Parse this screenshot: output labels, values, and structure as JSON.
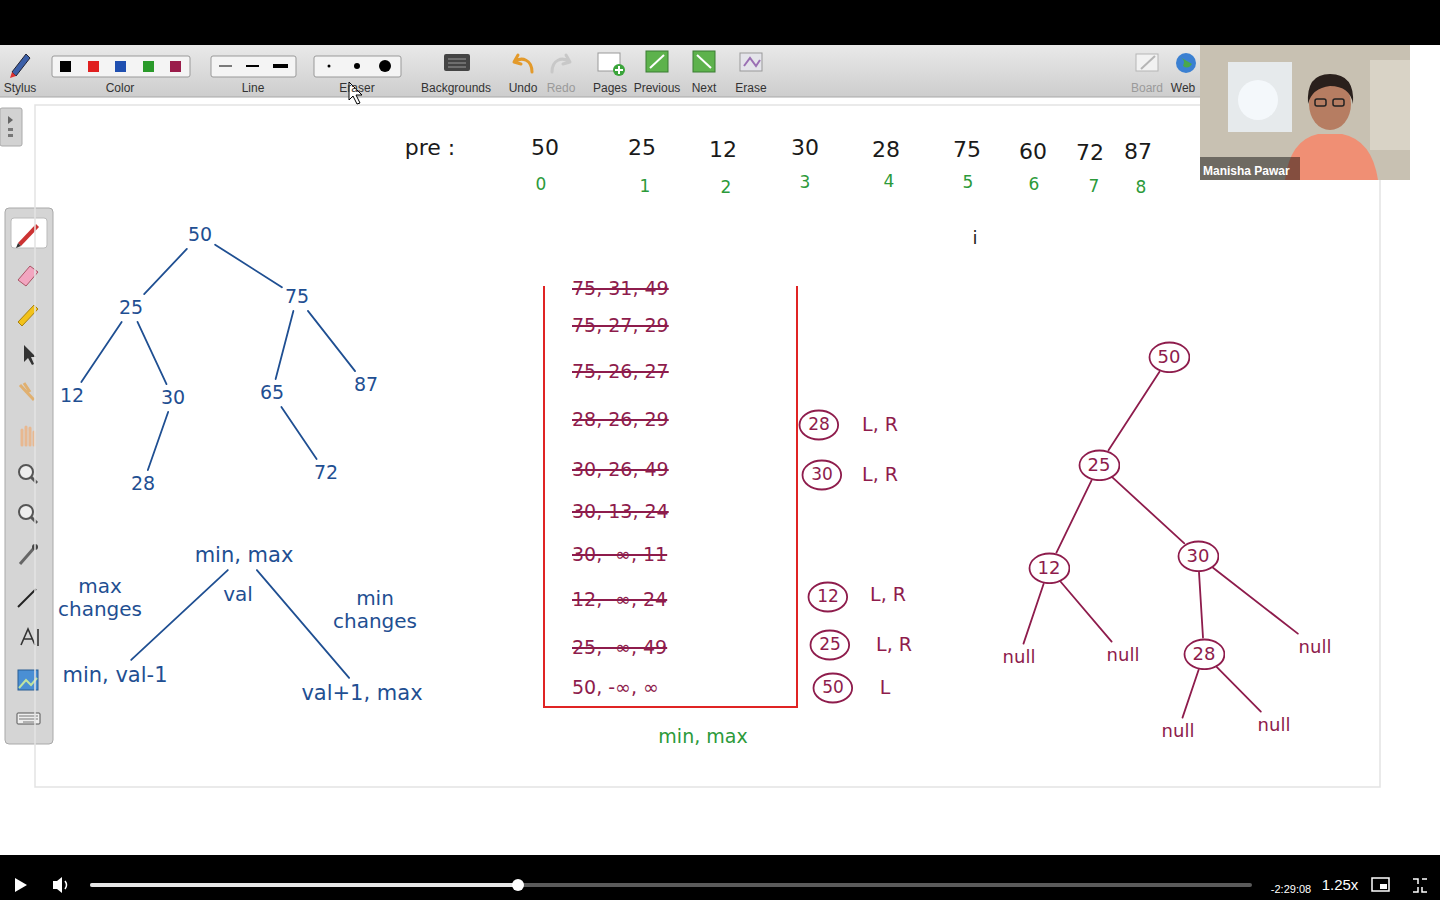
{
  "diagram": {
    "nodes": [
      {
        "text": [
          "50"
        ]
      },
      {
        "text": [
          "25"
        ]
      },
      {
        "text": [
          "75"
        ]
      },
      {
        "text": [
          "12"
        ]
      },
      {
        "text": [
          "30"
        ]
      },
      {
        "text": [
          "65"
        ]
      },
      {
        "text": [
          "87"
        ]
      },
      {
        "text": [
          "28"
        ]
      },
      {
        "text": [
          "72"
        ]
      },
      {
        "text": [
          "min, max"
        ]
      },
      {
        "text": [
          "min, val-1"
        ]
      },
      {
        "text": [
          "val+1, max"
        ]
      },
      {
        "text": [
          "75, 31, 49",
          "75, 27, 29",
          "75, 26, 27",
          "28, 26, 29",
          "30, 26, 49",
          "30, 13, 24",
          "30, -∞, 11",
          "12, -∞, 24",
          "25, -∞, 49",
          "50, -∞, ∞",
          "min, max"
        ]
      },
      {
        "text": [
          "28"
        ]
      },
      {
        "text": [
          "30"
        ]
      },
      {
        "text": [
          "12"
        ]
      },
      {
        "text": [
          "25"
        ]
      },
      {
        "text": [
          "50"
        ]
      },
      {
        "text": [
          "50"
        ]
      },
      {
        "text": [
          "25"
        ]
      },
      {
        "text": [
          "12"
        ]
      },
      {
        "text": [
          "30"
        ]
      },
      {
        "text": [
          "28"
        ]
      },
      {
        "text": [
          "null"
        ]
      },
      {
        "text": [
          "null"
        ]
      },
      {
        "text": [
          "null"
        ]
      },
      {
        "text": [
          "null"
        ]
      },
      {
        "text": [
          "null"
        ]
      }
    ],
    "edges": [
      {
        "from": 0,
        "to": 1,
        "arrow": "none"
      },
      {
        "from": 0,
        "to": 2,
        "arrow": "none"
      },
      {
        "from": 1,
        "to": 3,
        "arrow": "none"
      },
      {
        "from": 1,
        "to": 4,
        "arrow": "none"
      },
      {
        "from": 2,
        "to": 5,
        "arrow": "none"
      },
      {
        "from": 2,
        "to": 6,
        "arrow": "none"
      },
      {
        "from": 4,
        "to": 7,
        "arrow": "none"
      },
      {
        "from": 5,
        "to": 8,
        "arrow": "none"
      },
      {
        "from": 9,
        "to": 10,
        "label": "max changes",
        "arrow": "none"
      },
      {
        "from": 9,
        "to": 11,
        "label": "min changes",
        "arrow": "none"
      },
      {
        "from": 18,
        "to": 19,
        "arrow": "none"
      },
      {
        "from": 19,
        "to": 20,
        "arrow": "none"
      },
      {
        "from": 19,
        "to": 21,
        "arrow": "none"
      },
      {
        "from": 20,
        "to": 23,
        "arrow": "none"
      },
      {
        "from": 20,
        "to": 24,
        "arrow": "none"
      },
      {
        "from": 21,
        "to": 22,
        "arrow": "none"
      },
      {
        "from": 21,
        "to": 25,
        "arrow": "none"
      },
      {
        "from": 22,
        "to": 26,
        "arrow": "none"
      },
      {
        "from": 22,
        "to": 27,
        "arrow": "none"
      }
    ],
    "labels": [
      "pre :",
      "50",
      "25",
      "12",
      "30",
      "28",
      "75",
      "60",
      "72",
      "87",
      "0",
      "1",
      "2",
      "3",
      "4",
      "5",
      "6",
      "7",
      "8",
      "i",
      "val",
      "L, R",
      "L, R",
      "L, R",
      "L, R",
      "L",
      "Stylus",
      "Color",
      "Line",
      "Eraser",
      "Backgrounds",
      "Undo",
      "Redo",
      "Pages",
      "Previous",
      "Next",
      "Erase",
      "Board",
      "Web",
      "Manisha Pawar",
      "-2:29:08",
      "1.25x"
    ]
  }
}
